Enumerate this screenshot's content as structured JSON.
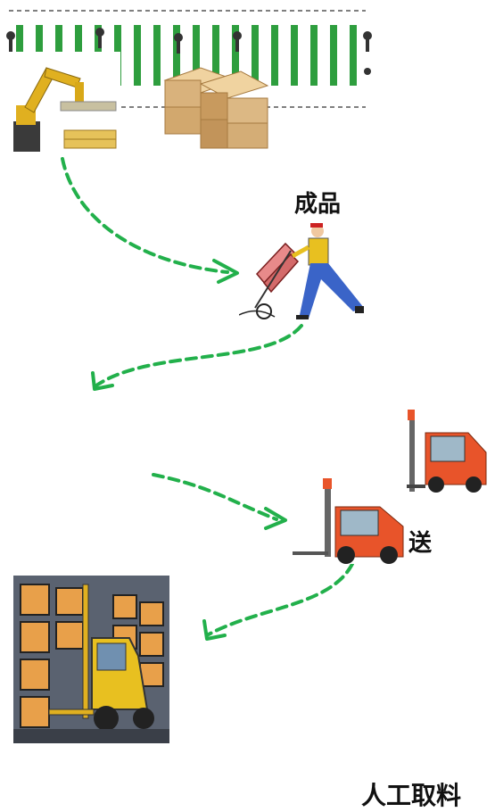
{
  "labels": {
    "finished_goods": "成品",
    "delivery": "送",
    "manual_pickup": "人工取料"
  },
  "colors": {
    "arrow_green": "#22b04b",
    "conveyor_green": "#2e9e3e",
    "forklift_orange": "#e8542a",
    "box_tan": "#d9b27c",
    "robot_yellow": "#e0b020"
  },
  "icons": [
    "conveyor-icon",
    "robot-arm-icon",
    "box-stack-icon",
    "worker-hand-truck-icon",
    "forklift-icon",
    "warehouse-forklift-icon"
  ]
}
